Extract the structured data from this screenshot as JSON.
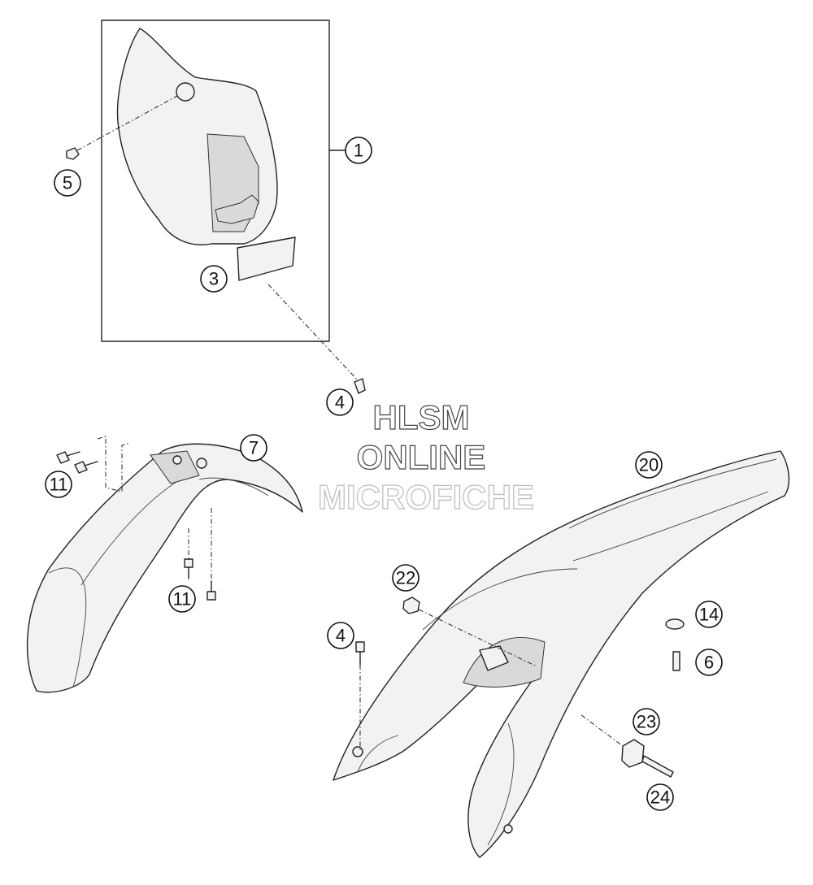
{
  "diagram": {
    "watermark": [
      "HLSM",
      "ONLINE",
      "MICROFICHE"
    ],
    "callouts": {
      "c1": "1",
      "c3": "3",
      "c4a": "4",
      "c4b": "4",
      "c5": "5",
      "c6": "6",
      "c7": "7",
      "c11a": "11",
      "c11b": "11",
      "c14": "14",
      "c20": "20",
      "c22": "22",
      "c23": "23",
      "c24": "24"
    },
    "colors": {
      "line": "#222222",
      "part_fill": "#f2f2f2",
      "watermark_outline": "#444444"
    }
  }
}
